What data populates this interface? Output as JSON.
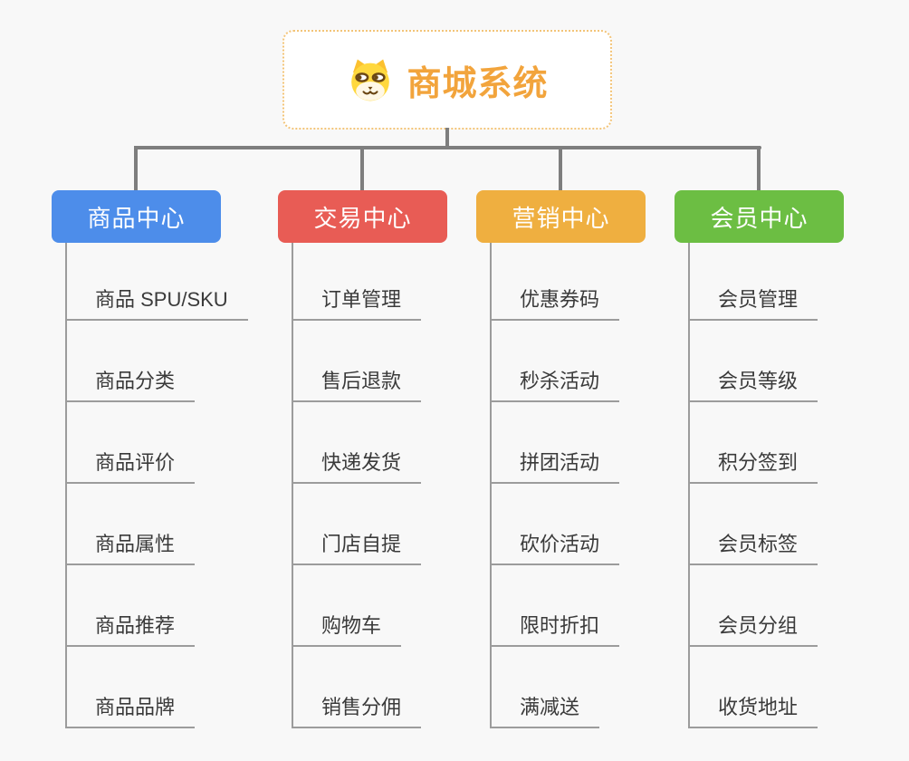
{
  "root": {
    "title": "商城系统",
    "icon": "doge-face-icon"
  },
  "branches": [
    {
      "label": "商品中心",
      "color": "#4d8dea",
      "items": [
        "商品 SPU/SKU",
        "商品分类",
        "商品评价",
        "商品属性",
        "商品推荐",
        "商品品牌"
      ]
    },
    {
      "label": "交易中心",
      "color": "#e85c55",
      "items": [
        "订单管理",
        "售后退款",
        "快递发货",
        "门店自提",
        "购物车",
        "销售分佣"
      ]
    },
    {
      "label": "营销中心",
      "color": "#efaf40",
      "items": [
        "优惠券码",
        "秒杀活动",
        "拼团活动",
        "砍价活动",
        "限时折扣",
        "满减送"
      ]
    },
    {
      "label": "会员中心",
      "color": "#6cbe43",
      "items": [
        "会员管理",
        "会员等级",
        "积分签到",
        "会员标签",
        "会员分组",
        "收货地址"
      ]
    }
  ],
  "colors": {
    "background": "#f8f8f8",
    "root_accent": "#f2a43c",
    "root_border": "#f3c478",
    "connector_gray": "#7e7e7e",
    "leaf_line_gray": "#9c9c9c",
    "leaf_text": "#3a3a3a"
  }
}
